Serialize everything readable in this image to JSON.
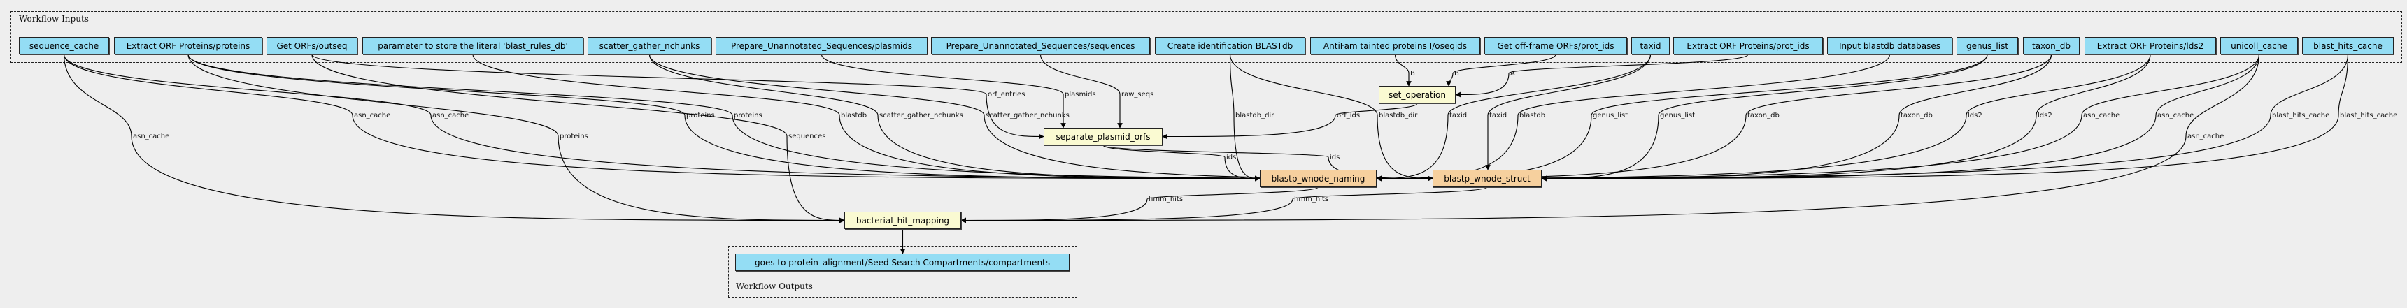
{
  "inputs_cluster": {
    "label": "Workflow Inputs"
  },
  "outputs_cluster": {
    "label": "Workflow Outputs"
  },
  "nodes": [
    {
      "id": "sequence_cache",
      "label": "sequence_cache",
      "kind": "input"
    },
    {
      "id": "eorf_proteins",
      "label": "Extract ORF Proteins/proteins",
      "kind": "input"
    },
    {
      "id": "getorfs_outseq",
      "label": "Get ORFs/outseq",
      "kind": "input"
    },
    {
      "id": "param_blast_rules",
      "label": "parameter to store the literal 'blast_rules_db'",
      "kind": "input"
    },
    {
      "id": "scatter_gather_nchunks",
      "label": "scatter_gather_nchunks",
      "kind": "input"
    },
    {
      "id": "prep_plasmids",
      "label": "Prepare_Unannotated_Sequences/plasmids",
      "kind": "input"
    },
    {
      "id": "prep_sequences",
      "label": "Prepare_Unannotated_Sequences/sequences",
      "kind": "input"
    },
    {
      "id": "create_ident_blastdb",
      "label": "Create identification BLASTdb",
      "kind": "input"
    },
    {
      "id": "antifam_oseqids",
      "label": "AntiFam tainted proteins I/oseqids",
      "kind": "input"
    },
    {
      "id": "offframe_prot_ids",
      "label": "Get off-frame ORFs/prot_ids",
      "kind": "input"
    },
    {
      "id": "taxid",
      "label": "taxid",
      "kind": "input"
    },
    {
      "id": "eorf_prot_ids",
      "label": "Extract ORF Proteins/prot_ids",
      "kind": "input"
    },
    {
      "id": "input_blastdb",
      "label": "Input blastdb databases",
      "kind": "input"
    },
    {
      "id": "genus_list",
      "label": "genus_list",
      "kind": "input"
    },
    {
      "id": "taxon_db",
      "label": "taxon_db",
      "kind": "input"
    },
    {
      "id": "eorf_lds2",
      "label": "Extract ORF Proteins/lds2",
      "kind": "input"
    },
    {
      "id": "unicoll_cache",
      "label": "unicoll_cache",
      "kind": "input"
    },
    {
      "id": "blast_hits_cache",
      "label": "blast_hits_cache",
      "kind": "input"
    },
    {
      "id": "set_operation",
      "label": "set_operation",
      "kind": "step"
    },
    {
      "id": "separate_plasmid_orfs",
      "label": "separate_plasmid_orfs",
      "kind": "step"
    },
    {
      "id": "blastp_wnode_naming",
      "label": "blastp_wnode_naming",
      "kind": "tool"
    },
    {
      "id": "blastp_wnode_struct",
      "label": "blastp_wnode_struct",
      "kind": "tool"
    },
    {
      "id": "bacterial_hit_mapping",
      "label": "bacterial_hit_mapping",
      "kind": "step"
    },
    {
      "id": "output_compartments",
      "label": "goes to protein_alignment/Seed Search Compartments/compartments",
      "kind": "input"
    }
  ],
  "edges": [
    {
      "from": "sequence_cache",
      "to": "bacterial_hit_mapping",
      "label": "asn_cache"
    },
    {
      "from": "sequence_cache",
      "to": "blastp_wnode_naming",
      "label": "asn_cache"
    },
    {
      "from": "sequence_cache",
      "to": "blastp_wnode_struct",
      "label": "asn_cache"
    },
    {
      "from": "eorf_proteins",
      "to": "bacterial_hit_mapping",
      "label": "proteins"
    },
    {
      "from": "eorf_proteins",
      "to": "blastp_wnode_naming",
      "label": "proteins"
    },
    {
      "from": "eorf_proteins",
      "to": "blastp_wnode_struct",
      "label": "proteins"
    },
    {
      "from": "getorfs_outseq",
      "to": "bacterial_hit_mapping",
      "label": "sequences"
    },
    {
      "from": "param_blast_rules",
      "to": "blastp_wnode_naming",
      "label": "blastdb"
    },
    {
      "from": "scatter_gather_nchunks",
      "to": "blastp_wnode_naming",
      "label": "scatter_gather_nchunks"
    },
    {
      "from": "scatter_gather_nchunks",
      "to": "blastp_wnode_struct",
      "label": "scatter_gather_nchunks"
    },
    {
      "from": "getorfs_outseq",
      "to": "separate_plasmid_orfs",
      "label": "orf_entries"
    },
    {
      "from": "prep_plasmids",
      "to": "separate_plasmid_orfs",
      "label": "plasmids"
    },
    {
      "from": "prep_sequences",
      "to": "separate_plasmid_orfs",
      "label": "raw_seqs"
    },
    {
      "from": "create_ident_blastdb",
      "to": "blastp_wnode_naming",
      "label": "blastdb_dir"
    },
    {
      "from": "create_ident_blastdb",
      "to": "blastp_wnode_struct",
      "label": "blastdb_dir"
    },
    {
      "from": "set_operation",
      "to": "separate_plasmid_orfs",
      "label": "orf_ids"
    },
    {
      "from": "separate_plasmid_orfs",
      "to": "blastp_wnode_naming",
      "label": "ids"
    },
    {
      "from": "separate_plasmid_orfs",
      "to": "blastp_wnode_struct",
      "label": "ids"
    },
    {
      "from": "blastp_wnode_naming",
      "to": "bacterial_hit_mapping",
      "label": "hmm_hits"
    },
    {
      "from": "blastp_wnode_struct",
      "to": "bacterial_hit_mapping",
      "label": "hmm_hits"
    },
    {
      "from": "antifam_oseqids",
      "to": "set_operation",
      "label": "B"
    },
    {
      "from": "offframe_prot_ids",
      "to": "set_operation",
      "label": "B"
    },
    {
      "from": "eorf_prot_ids",
      "to": "set_operation",
      "label": "A"
    },
    {
      "from": "taxid",
      "to": "blastp_wnode_naming",
      "label": "taxid"
    },
    {
      "from": "taxid",
      "to": "blastp_wnode_struct",
      "label": "taxid"
    },
    {
      "from": "input_blastdb",
      "to": "blastp_wnode_naming",
      "label": "blastdb"
    },
    {
      "from": "genus_list",
      "to": "blastp_wnode_naming",
      "label": "genus_list"
    },
    {
      "from": "genus_list",
      "to": "blastp_wnode_struct",
      "label": "genus_list"
    },
    {
      "from": "taxon_db",
      "to": "blastp_wnode_naming",
      "label": "taxon_db"
    },
    {
      "from": "taxon_db",
      "to": "blastp_wnode_struct",
      "label": "taxon_db"
    },
    {
      "from": "eorf_lds2",
      "to": "blastp_wnode_naming",
      "label": "lds2"
    },
    {
      "from": "eorf_lds2",
      "to": "blastp_wnode_struct",
      "label": "lds2"
    },
    {
      "from": "unicoll_cache",
      "to": "blastp_wnode_naming",
      "label": "asn_cache"
    },
    {
      "from": "unicoll_cache",
      "to": "blastp_wnode_struct",
      "label": "asn_cache"
    },
    {
      "from": "unicoll_cache",
      "to": "bacterial_hit_mapping",
      "label": "asn_cache"
    },
    {
      "from": "blast_hits_cache",
      "to": "blastp_wnode_naming",
      "label": "blast_hits_cache"
    },
    {
      "from": "blast_hits_cache",
      "to": "blastp_wnode_struct",
      "label": "blast_hits_cache"
    },
    {
      "from": "bacterial_hit_mapping",
      "to": "output_compartments",
      "label": ""
    }
  ]
}
